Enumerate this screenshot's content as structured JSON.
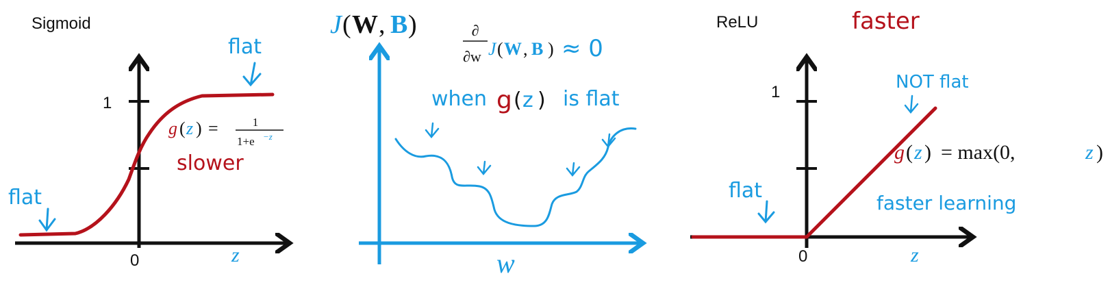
{
  "colors": {
    "red": "#b5121b",
    "blue": "#1a9be0",
    "black": "#111111"
  },
  "sigmoid": {
    "title": "Sigmoid",
    "tick_one": "1",
    "tick_zero": "0",
    "axis_z": "z",
    "flat_right": "flat",
    "flat_left": "flat",
    "formula_lhs_g": "g",
    "formula_lhs_z": "z",
    "formula_eq": "=",
    "formula_num": "1",
    "formula_den": "1+e",
    "formula_exp": "−z",
    "slower": "slower"
  },
  "cost": {
    "title_J": "J",
    "title_W": "W",
    "title_B": "B",
    "deriv_d": "∂",
    "deriv_dw": "∂w",
    "deriv_J": "J",
    "deriv_W": "W",
    "deriv_B": "B",
    "approx": "≈ 0",
    "when_label": "when",
    "when_g": "g",
    "when_z": "z",
    "when_tail": "is flat",
    "axis_w": "w"
  },
  "relu": {
    "title": "ReLU",
    "faster": "faster",
    "not_flat": "NOT flat",
    "tick_one": "1",
    "tick_zero": "0",
    "axis_z": "z",
    "formula_g": "g",
    "formula_z": "z",
    "formula_rest": "= max(0,",
    "formula_z2": "z",
    "formula_close": ")",
    "flat": "flat",
    "faster_learning": "faster learning"
  }
}
